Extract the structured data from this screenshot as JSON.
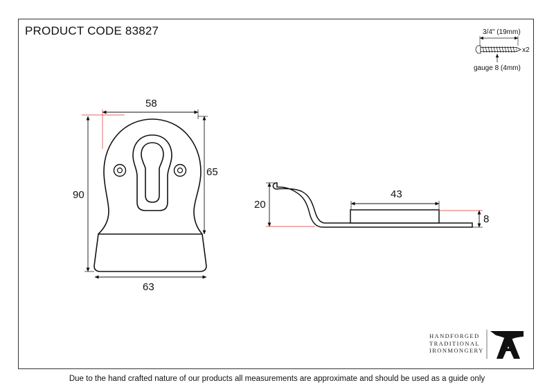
{
  "product_code": "PRODUCT CODE 83827",
  "screw": {
    "length_label": "3/4\" (19mm)",
    "quantity_label": "x2",
    "gauge_label": "gauge 8 (4mm)"
  },
  "front_view": {
    "top_width": "58",
    "height_total": "90",
    "height_upper": "65",
    "bottom_width": "63"
  },
  "side_view": {
    "height": "20",
    "base_length": "43",
    "thickness": "8"
  },
  "brand": {
    "lines": [
      "HANDFORGED",
      "TRADITIONAL",
      "IRONMONGERY"
    ]
  },
  "footer_note": "Due to the hand crafted nature of our products all measurements are approximate and should be used as a guide only"
}
